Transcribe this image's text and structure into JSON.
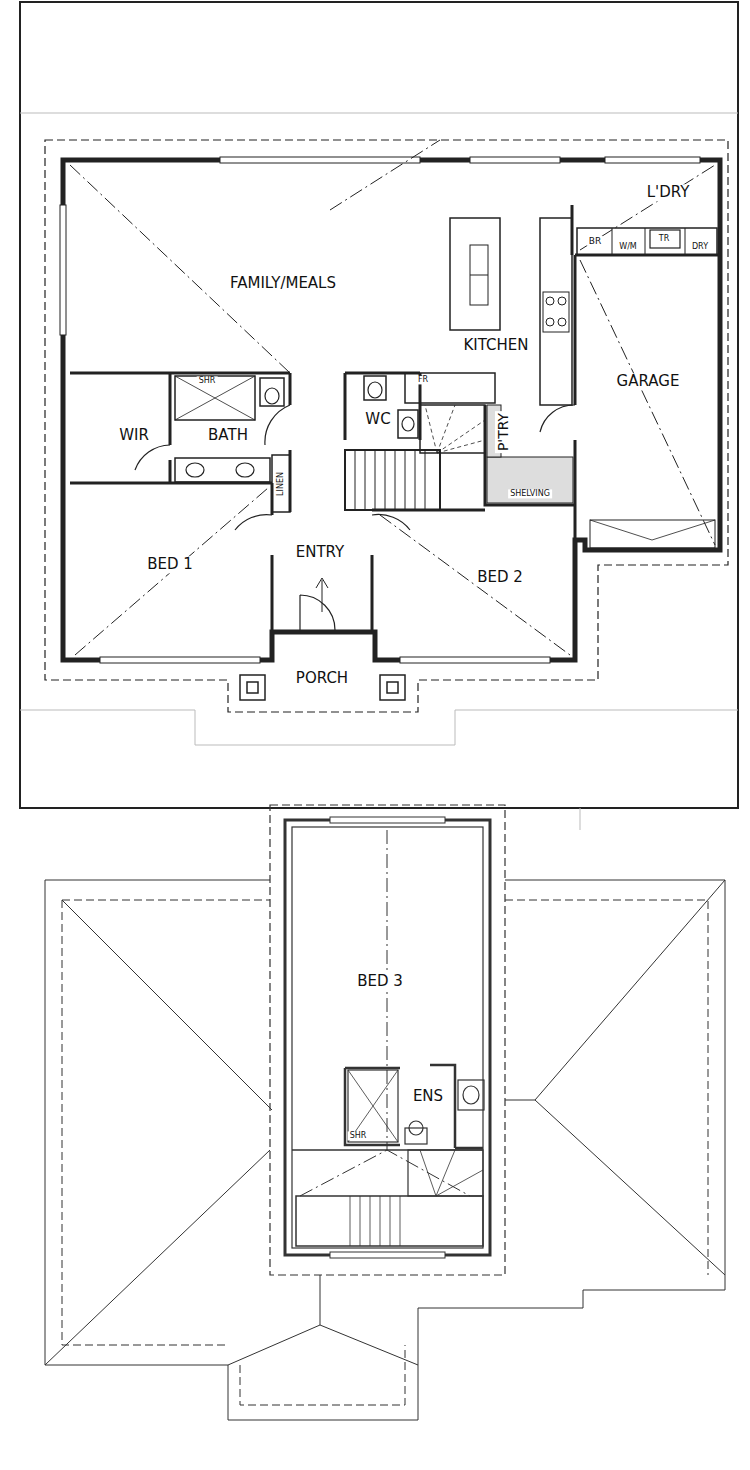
{
  "diagram": {
    "labels": [
      "FAMILY/MEALS",
      "L'DRY",
      "BR",
      "W/M",
      "TR",
      "DRY",
      "KITCHEN",
      "GARAGE",
      "SHR",
      "WIR",
      "BATH",
      "WC",
      "FR",
      "P'TRY",
      "LINEN",
      "SHELVING",
      "BED 1",
      "ENTRY",
      "BED 2",
      "PORCH",
      "BED 3",
      "ENS",
      "SHR"
    ]
  }
}
